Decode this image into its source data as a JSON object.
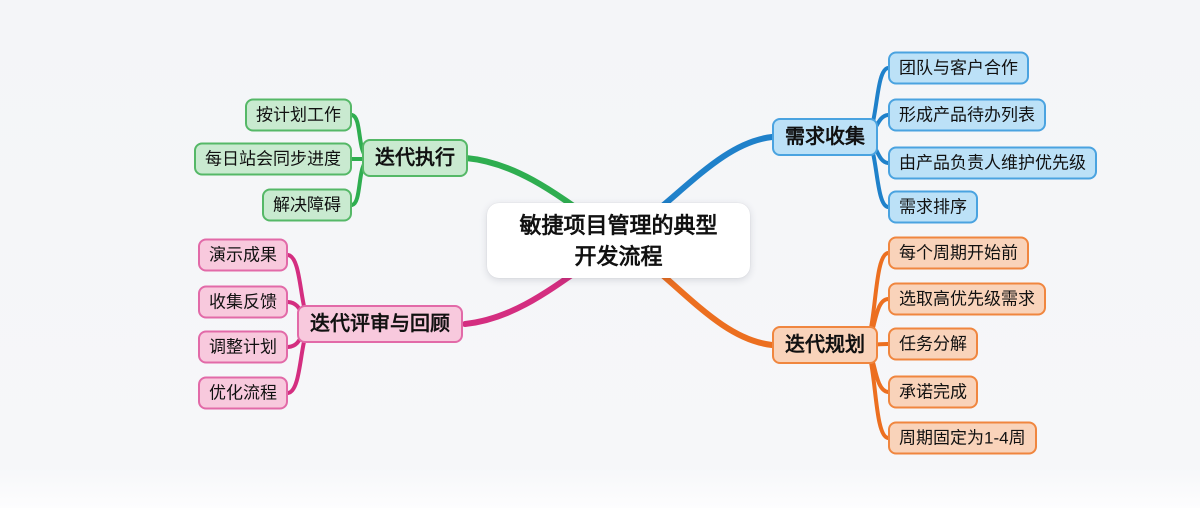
{
  "page": {
    "background": "#f5f6f9"
  },
  "root": {
    "label": "敏捷项目管理的典型开发流程",
    "line1": "敏捷项目管理的典型",
    "line2": "开发流程"
  },
  "branches": [
    {
      "label": "迭代执行",
      "side": "left",
      "colors": {
        "line": "#2fae50",
        "border": "#55b867",
        "fill": "#c9ead0"
      },
      "children": [
        {
          "label": "按计划工作"
        },
        {
          "label": "每日站会同步进度"
        },
        {
          "label": "解决障碍"
        }
      ]
    },
    {
      "label": "需求收集",
      "side": "right",
      "colors": {
        "line": "#1f81ca",
        "border": "#4aa3e0",
        "fill": "#bce1f7"
      },
      "children": [
        {
          "label": "团队与客户合作"
        },
        {
          "label": "形成产品待办列表"
        },
        {
          "label": "由产品负责人维护优先级"
        },
        {
          "label": "需求排序"
        }
      ]
    },
    {
      "label": "迭代评审与回顾",
      "side": "left",
      "colors": {
        "line": "#d42e80",
        "border": "#e26aa8",
        "fill": "#f8c9dd"
      },
      "children": [
        {
          "label": "演示成果"
        },
        {
          "label": "收集反馈"
        },
        {
          "label": "调整计划"
        },
        {
          "label": "优化流程"
        }
      ]
    },
    {
      "label": "迭代规划",
      "side": "right",
      "colors": {
        "line": "#ec6f20",
        "border": "#f0863f",
        "fill": "#f9d3ba"
      },
      "children": [
        {
          "label": "每个周期开始前"
        },
        {
          "label": "选取高优先级需求"
        },
        {
          "label": "任务分解"
        },
        {
          "label": "承诺完成"
        },
        {
          "label": "周期固定为1-4周"
        }
      ]
    }
  ]
}
